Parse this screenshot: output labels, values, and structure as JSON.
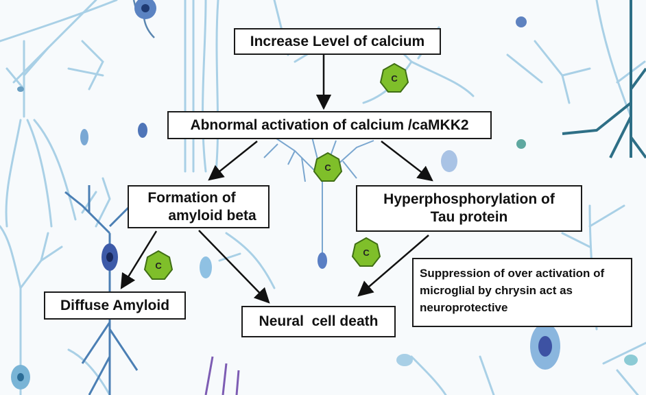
{
  "boxes": {
    "calcium": "Increase Level of calcium",
    "camkk2": "Abnormal activation of calcium /caMKK2",
    "amyloid_beta_line1": "Formation of",
    "amyloid_beta_line2": "amyloid beta",
    "tau_line1": "Hyperphosphorylation of",
    "tau_line2": "Tau protein",
    "diffuse_amyloid": "Diffuse Amyloid",
    "neural_death": "Neural  cell death",
    "suppression": "Suppression of over activation of microglial by chrysin act as neuroprotective"
  },
  "chrysin_marker": "C",
  "colors": {
    "background": "#f7fafc",
    "neuron_light": "#9cc8e2",
    "neuron_mid": "#5f9ec5",
    "neuron_dark": "#2f5d8a",
    "nucleus": "#3d55a8",
    "marker_fill": "#7fbf2a",
    "marker_stroke": "#3f6e14",
    "arrow": "#111111"
  }
}
